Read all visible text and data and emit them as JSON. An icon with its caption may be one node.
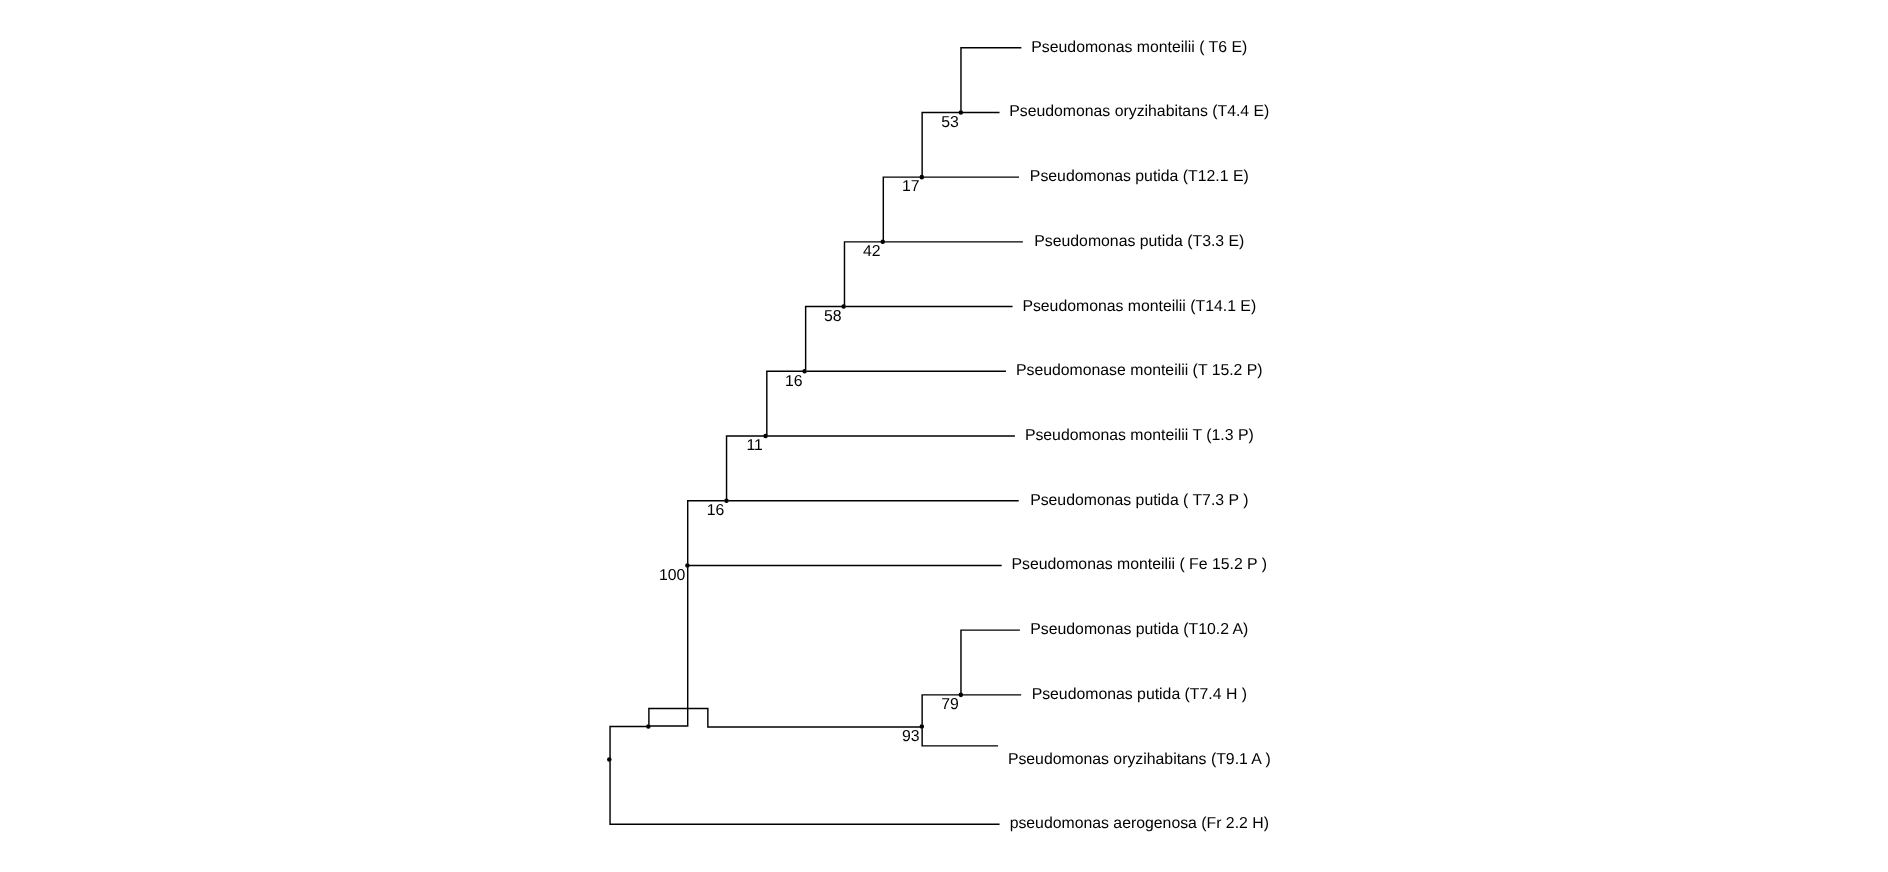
{
  "diagram": {
    "nodes": [
      {
        "text": [],
        "shape": "point"
      },
      {
        "text": [],
        "shape": "point"
      },
      {
        "text": [],
        "shape": "point",
        "beside": [
          "100"
        ]
      },
      {
        "text": [],
        "shape": "point",
        "beside": [
          "16"
        ]
      },
      {
        "text": [],
        "shape": "point",
        "beside": [
          "11"
        ]
      },
      {
        "text": [],
        "shape": "point",
        "beside": [
          "16"
        ]
      },
      {
        "text": [],
        "shape": "point",
        "beside": [
          "58"
        ]
      },
      {
        "text": [],
        "shape": "point",
        "beside": [
          "42"
        ]
      },
      {
        "text": [],
        "shape": "point",
        "beside": [
          "17"
        ]
      },
      {
        "text": [],
        "shape": "point",
        "beside": [
          "53"
        ]
      },
      {
        "text": [],
        "shape": "point",
        "beside": [
          "93"
        ]
      },
      {
        "text": [],
        "shape": "point",
        "beside": [
          "79"
        ]
      },
      {
        "text": [
          "Pseudomonas monteilii ( T6 E)"
        ]
      },
      {
        "text": [
          "Pseudomonas oryzihabitans (T4.4 E)"
        ]
      },
      {
        "text": [
          "Pseudomonas putida (T12.1 E)"
        ]
      },
      {
        "text": [
          "Pseudomonas putida (T3.3 E)"
        ]
      },
      {
        "text": [
          "Pseudomonas monteilii (T14.1 E)"
        ]
      },
      {
        "text": [
          "Pseudomonase monteilii (T 15.2 P)"
        ]
      },
      {
        "text": [
          "Pseudomonas monteilii T (1.3 P)"
        ]
      },
      {
        "text": [
          "Pseudomonas putida ( T7.3 P )"
        ]
      },
      {
        "text": [
          "Pseudomonas monteilii ( Fe 15.2 P )"
        ]
      },
      {
        "text": [
          "Pseudomonas oryzihabitans (T9.1 A )"
        ]
      },
      {
        "text": [
          "Pseudomonas putida (T10.2 A)"
        ]
      },
      {
        "text": [
          "Pseudomonas putida (T7.4 H )"
        ]
      },
      {
        "text": [
          "pseudomonas aerogenosa (Fr 2.2 H)"
        ]
      }
    ],
    "edges": [
      {
        "from": 0,
        "to": 1,
        "arrow": "none"
      },
      {
        "from": 0,
        "to": 24,
        "arrow": "none"
      },
      {
        "from": 1,
        "to": 2,
        "arrow": "none"
      },
      {
        "from": 1,
        "to": 10,
        "arrow": "none"
      },
      {
        "from": 2,
        "to": 3,
        "arrow": "none"
      },
      {
        "from": 2,
        "to": 20,
        "arrow": "none"
      },
      {
        "from": 3,
        "to": 4,
        "arrow": "none"
      },
      {
        "from": 3,
        "to": 19,
        "arrow": "none"
      },
      {
        "from": 4,
        "to": 5,
        "arrow": "none"
      },
      {
        "from": 4,
        "to": 18,
        "arrow": "none"
      },
      {
        "from": 5,
        "to": 6,
        "arrow": "none"
      },
      {
        "from": 5,
        "to": 17,
        "arrow": "none"
      },
      {
        "from": 6,
        "to": 7,
        "arrow": "none"
      },
      {
        "from": 6,
        "to": 16,
        "arrow": "none"
      },
      {
        "from": 7,
        "to": 8,
        "arrow": "none"
      },
      {
        "from": 7,
        "to": 15,
        "arrow": "none"
      },
      {
        "from": 8,
        "to": 9,
        "arrow": "none"
      },
      {
        "from": 8,
        "to": 14,
        "arrow": "none"
      },
      {
        "from": 9,
        "to": 12,
        "arrow": "none"
      },
      {
        "from": 9,
        "to": 13,
        "arrow": "none"
      },
      {
        "from": 10,
        "to": 21,
        "arrow": "none"
      },
      {
        "from": 10,
        "to": 11,
        "arrow": "none"
      },
      {
        "from": 11,
        "to": 22,
        "arrow": "none"
      },
      {
        "from": 11,
        "to": 23,
        "arrow": "none"
      }
    ]
  }
}
